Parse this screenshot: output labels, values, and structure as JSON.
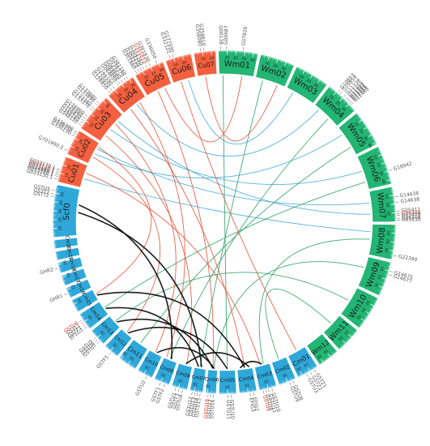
{
  "colors": {
    "wm": "#22b573",
    "cu": "#f4603f",
    "cm": "#2ea8d9",
    "link_wm": "#1f9e5a",
    "link_cu": "#e8482c",
    "link_cm": "#3aa6d8",
    "link_internal": "#111111",
    "gene_gray": "#555555",
    "gene_red": "#d33a2a"
  },
  "segments": [
    {
      "name": "Wm01",
      "group": "wm",
      "length": 45
    },
    {
      "name": "Wm02",
      "group": "wm",
      "length": 40
    },
    {
      "name": "Wm03",
      "group": "wm",
      "length": 40
    },
    {
      "name": "Wm04",
      "group": "wm",
      "length": 40
    },
    {
      "name": "Wm05",
      "group": "wm",
      "length": 42
    },
    {
      "name": "Wm06",
      "group": "wm",
      "length": 45
    },
    {
      "name": "Wm07",
      "group": "wm",
      "length": 40
    },
    {
      "name": "Wm08",
      "group": "wm",
      "length": 40
    },
    {
      "name": "Wm09",
      "group": "wm",
      "length": 40
    },
    {
      "name": "Wm10",
      "group": "wm",
      "length": 40
    },
    {
      "name": "Wm11",
      "group": "wm",
      "length": 30
    },
    {
      "name": "Wm12",
      "group": "wm",
      "length": 25
    },
    {
      "name": "Cm01",
      "group": "cm",
      "length": 25
    },
    {
      "name": "Cm02",
      "group": "cm",
      "length": 20
    },
    {
      "name": "Cm03",
      "group": "cm",
      "length": 20
    },
    {
      "name": "Cm04",
      "group": "cm",
      "length": 20
    },
    {
      "name": "Cm05",
      "group": "cm",
      "length": 20
    },
    {
      "name": "Cm06",
      "group": "cm",
      "length": 12
    },
    {
      "name": "Cm07",
      "group": "cm",
      "length": 15
    },
    {
      "name": "Cm08",
      "group": "cm",
      "length": 18
    },
    {
      "name": "Cm09",
      "group": "cm",
      "length": 18
    },
    {
      "name": "Cm10",
      "group": "cm",
      "length": 18
    },
    {
      "name": "Cm11",
      "group": "cm",
      "length": 22
    },
    {
      "name": "Cm12",
      "group": "cm",
      "length": 18
    },
    {
      "name": "Cm13",
      "group": "cm",
      "length": 20
    },
    {
      "name": "Cm14",
      "group": "cm",
      "length": 20
    },
    {
      "name": "Cm15",
      "group": "cm",
      "length": 15
    },
    {
      "name": "Cm16",
      "group": "cm",
      "length": 12
    },
    {
      "name": "Cm17",
      "group": "cm",
      "length": 12
    },
    {
      "name": "Cm18",
      "group": "cm",
      "length": 12
    },
    {
      "name": "Cm19",
      "group": "cm",
      "length": 10
    },
    {
      "name": "Cm20",
      "group": "cm",
      "length": 10
    },
    {
      "name": "Scf0",
      "group": "cm",
      "length": 60
    },
    {
      "name": "Cu01",
      "group": "cu",
      "length": 30
    },
    {
      "name": "Cu02",
      "group": "cu",
      "length": 30
    },
    {
      "name": "Cu03",
      "group": "cu",
      "length": 45
    },
    {
      "name": "Cu04",
      "group": "cu",
      "length": 35
    },
    {
      "name": "Cu05",
      "group": "cu",
      "length": 35
    },
    {
      "name": "Cu06",
      "group": "cu",
      "length": 30
    },
    {
      "name": "Cu07",
      "group": "cu",
      "length": 25
    }
  ],
  "genes": [
    {
      "label": "G00138",
      "seg": "Wm01",
      "pos": 3,
      "color": "gray"
    },
    {
      "label": "G00687",
      "seg": "Wm01",
      "pos": 9,
      "color": "gray"
    },
    {
      "label": "G07826",
      "seg": "Wm01",
      "pos": 28,
      "color": "gray"
    },
    {
      "label": "G10853",
      "seg": "Wm04",
      "pos": 12,
      "color": "gray"
    },
    {
      "label": "G10854",
      "seg": "Wm04",
      "pos": 15,
      "color": "gray"
    },
    {
      "label": "G11338",
      "seg": "Wm04",
      "pos": 20,
      "color": "gray"
    },
    {
      "label": "G11459",
      "seg": "Wm04",
      "pos": 24,
      "color": "gray"
    },
    {
      "label": "G11462",
      "seg": "Wm04",
      "pos": 26,
      "color": "gray"
    },
    {
      "label": "G11461",
      "seg": "Wm04",
      "pos": 28,
      "color": "gray"
    },
    {
      "label": "G12463",
      "seg": "Wm04",
      "pos": 30,
      "color": "gray"
    },
    {
      "label": "G11465",
      "seg": "Wm04",
      "pos": 32,
      "color": "gray"
    },
    {
      "label": "G18942",
      "seg": "Wm06",
      "pos": 30,
      "color": "gray"
    },
    {
      "label": "G14638",
      "seg": "Wm07",
      "pos": 12,
      "color": "gray"
    },
    {
      "label": "G14638",
      "seg": "Wm07",
      "pos": 18,
      "color": "gray"
    },
    {
      "label": "G05411",
      "seg": "Wm07",
      "pos": 28,
      "color": "gray"
    },
    {
      "label": "G05408",
      "seg": "Wm07",
      "pos": 31,
      "color": "red"
    },
    {
      "label": "G05409",
      "seg": "Wm07",
      "pos": 33,
      "color": "gray"
    },
    {
      "label": "G05408",
      "seg": "Wm07",
      "pos": 36,
      "color": "gray"
    },
    {
      "label": "G05410",
      "seg": "Wm07",
      "pos": 38,
      "color": "gray"
    },
    {
      "label": "G22390",
      "seg": "Wm08",
      "pos": 35,
      "color": "gray"
    },
    {
      "label": "G14675",
      "seg": "Wm09",
      "pos": 10,
      "color": "gray"
    },
    {
      "label": "G14677",
      "seg": "Wm09",
      "pos": 14,
      "color": "gray"
    },
    {
      "label": "GSTZ1",
      "seg": "Cm01",
      "pos": 5,
      "color": "gray"
    },
    {
      "label": "GSTZ2",
      "seg": "Cm01",
      "pos": 10,
      "color": "gray"
    },
    {
      "label": "GSTU3",
      "seg": "Cm01",
      "pos": 15,
      "color": "gray"
    },
    {
      "label": "GSTU8",
      "seg": "Cm02",
      "pos": 4,
      "color": "gray"
    },
    {
      "label": "GSTU9",
      "seg": "Cm02",
      "pos": 8,
      "color": "gray"
    },
    {
      "label": "GSTU10",
      "seg": "Cm03",
      "pos": 6,
      "color": "gray"
    },
    {
      "label": "GSTU11",
      "seg": "Cm03",
      "pos": 10,
      "color": "gray"
    },
    {
      "label": "GSTU8",
      "seg": "Cm03",
      "pos": 13,
      "color": "gray"
    },
    {
      "label": "GSTU9",
      "seg": "Cm03",
      "pos": 16,
      "color": "red"
    },
    {
      "label": "EFIG2",
      "seg": "Cm04",
      "pos": 4,
      "color": "gray"
    },
    {
      "label": "EFIG3",
      "seg": "Cm04",
      "pos": 8,
      "color": "gray"
    },
    {
      "label": "GSTU10",
      "seg": "Cm05",
      "pos": 6,
      "color": "gray"
    },
    {
      "label": "GSTU11",
      "seg": "Cm05",
      "pos": 10,
      "color": "gray"
    },
    {
      "label": "GSTU16",
      "seg": "Cm06",
      "pos": 3,
      "color": "gray"
    },
    {
      "label": "GSTU17",
      "seg": "Cm06",
      "pos": 6,
      "color": "gray"
    },
    {
      "label": "GSTU18",
      "seg": "Cm06",
      "pos": 9,
      "color": "red"
    },
    {
      "label": "GSTU15",
      "seg": "Cm07",
      "pos": 3,
      "color": "gray"
    },
    {
      "label": "GSTU14",
      "seg": "Cm07",
      "pos": 6,
      "color": "gray"
    },
    {
      "label": "GSTU13",
      "seg": "Cm07",
      "pos": 9,
      "color": "gray"
    },
    {
      "label": "GSTU12",
      "seg": "Cm07",
      "pos": 12,
      "color": "gray"
    },
    {
      "label": "GSTU4",
      "seg": "Cm08",
      "pos": 5,
      "color": "gray"
    },
    {
      "label": "GSTF3",
      "seg": "Cm08",
      "pos": 9,
      "color": "gray"
    },
    {
      "label": "GSTU1",
      "seg": "Cm08",
      "pos": 13,
      "color": "gray"
    },
    {
      "label": "GSTF2",
      "seg": "Cm09",
      "pos": 5,
      "color": "gray"
    },
    {
      "label": "GSTF1",
      "seg": "Cm09",
      "pos": 10,
      "color": "gray"
    },
    {
      "label": "GSTU2",
      "seg": "Cm10",
      "pos": 6,
      "color": "gray"
    },
    {
      "label": "GSTF5",
      "seg": "Cm12",
      "pos": 8,
      "color": "gray"
    },
    {
      "label": "GSTU7",
      "seg": "Cm13",
      "pos": 5,
      "color": "gray"
    },
    {
      "label": "GSTU6",
      "seg": "Cm13",
      "pos": 8,
      "color": "gray"
    },
    {
      "label": "GSTU5",
      "seg": "Cm13",
      "pos": 11,
      "color": "gray"
    },
    {
      "label": "EF1G1",
      "seg": "Cm14",
      "pos": 4,
      "color": "gray"
    },
    {
      "label": "GSTF1",
      "seg": "Cm14",
      "pos": 7,
      "color": "gray"
    },
    {
      "label": "GSTL1",
      "seg": "Cm14",
      "pos": 10,
      "color": "gray"
    },
    {
      "label": "GSTU6",
      "seg": "Cm14",
      "pos": 13,
      "color": "red"
    },
    {
      "label": "GHR1",
      "seg": "Cm16",
      "pos": 6,
      "color": "gray"
    },
    {
      "label": "GHR2",
      "seg": "Cm18",
      "pos": 6,
      "color": "gray"
    },
    {
      "label": "GSTT2",
      "seg": "Scf0",
      "pos": 46,
      "color": "gray"
    },
    {
      "label": "GSTT2",
      "seg": "Scf0",
      "pos": 49,
      "color": "gray"
    },
    {
      "label": "GSTU5",
      "seg": "Scf0",
      "pos": 53,
      "color": "gray"
    },
    {
      "label": "G033130.1",
      "seg": "Cu01",
      "pos": 3,
      "color": "gray"
    },
    {
      "label": "G033160.1",
      "seg": "Cu01",
      "pos": 6,
      "color": "gray"
    },
    {
      "label": "G024860.1",
      "seg": "Cu01",
      "pos": 8,
      "color": "gray"
    },
    {
      "label": "G033140.1",
      "seg": "Cu01",
      "pos": 10,
      "color": "gray"
    },
    {
      "label": "G033120.1",
      "seg": "Cu01",
      "pos": 12,
      "color": "red"
    },
    {
      "label": "G033170.1",
      "seg": "Cu01",
      "pos": 14,
      "color": "gray"
    },
    {
      "label": "G701990.2",
      "seg": "Cu02",
      "pos": 4,
      "color": "gray"
    },
    {
      "label": "G330130",
      "seg": "Cu02",
      "pos": 22,
      "color": "gray"
    },
    {
      "label": "G336350",
      "seg": "Cu02",
      "pos": 25,
      "color": "gray"
    },
    {
      "label": "G336390",
      "seg": "Cu02",
      "pos": 27,
      "color": "gray"
    },
    {
      "label": "G348150",
      "seg": "Cu03",
      "pos": 3,
      "color": "gray"
    },
    {
      "label": "G348160",
      "seg": "Cu03",
      "pos": 6,
      "color": "gray"
    },
    {
      "label": "G106830",
      "seg": "Cu03",
      "pos": 9,
      "color": "gray"
    },
    {
      "label": "G126940",
      "seg": "Cu03",
      "pos": 12,
      "color": "gray"
    },
    {
      "label": "G126960",
      "seg": "Cu03",
      "pos": 15,
      "color": "gray"
    },
    {
      "label": "G133370",
      "seg": "Cu03",
      "pos": 24,
      "color": "gray"
    },
    {
      "label": "G133380",
      "seg": "Cu03",
      "pos": 27,
      "color": "gray"
    },
    {
      "label": "G133890",
      "seg": "Cu03",
      "pos": 32,
      "color": "gray"
    },
    {
      "label": "G133880",
      "seg": "Cu03",
      "pos": 35,
      "color": "gray"
    },
    {
      "label": "G126950",
      "seg": "Cu04",
      "pos": 4,
      "color": "gray"
    },
    {
      "label": "G126970",
      "seg": "Cu04",
      "pos": 7,
      "color": "gray"
    },
    {
      "label": "G299390",
      "seg": "Cu04",
      "pos": 11,
      "color": "gray"
    },
    {
      "label": "G064650",
      "seg": "Cu04",
      "pos": 16,
      "color": "gray"
    },
    {
      "label": "G064660",
      "seg": "Cu04",
      "pos": 19,
      "color": "gray"
    },
    {
      "label": "G064640",
      "seg": "Cu04",
      "pos": 22,
      "color": "gray"
    },
    {
      "label": "G038370",
      "seg": "Cu04",
      "pos": 26,
      "color": "gray"
    },
    {
      "label": "G381160",
      "seg": "Cu04",
      "pos": 29,
      "color": "gray"
    },
    {
      "label": "G301880",
      "seg": "Cu05",
      "pos": 3,
      "color": "gray"
    },
    {
      "label": "G304270",
      "seg": "Cu05",
      "pos": 6,
      "color": "gray"
    },
    {
      "label": "G304250",
      "seg": "Cu05",
      "pos": 9,
      "color": "gray"
    },
    {
      "label": "G304260",
      "seg": "Cu05",
      "pos": 12,
      "color": "gray"
    },
    {
      "label": "G301810",
      "seg": "Cu05",
      "pos": 16,
      "color": "red"
    },
    {
      "label": "G301830",
      "seg": "Cu05",
      "pos": 20,
      "color": "gray"
    },
    {
      "label": "G336050",
      "seg": "Cu05",
      "pos": 28,
      "color": "gray"
    },
    {
      "label": "G332101",
      "seg": "Cu06",
      "pos": 6,
      "color": "gray"
    },
    {
      "label": "G177590",
      "seg": "Cu06",
      "pos": 10,
      "color": "gray"
    },
    {
      "label": "G358080",
      "seg": "Cu07",
      "pos": 8,
      "color": "gray"
    },
    {
      "label": "G358810",
      "seg": "Cu07",
      "pos": 12,
      "color": "gray"
    }
  ],
  "links": [
    {
      "from": [
        "Wm03",
        10
      ],
      "to": [
        "Cu06",
        20
      ],
      "kind": "cm"
    },
    {
      "from": [
        "Wm04",
        8
      ],
      "to": [
        "Cu04",
        20
      ],
      "kind": "cm"
    },
    {
      "from": [
        "Wm05",
        10
      ],
      "to": [
        "Cu02",
        15
      ],
      "kind": "cm"
    },
    {
      "from": [
        "Wm06",
        20
      ],
      "to": [
        "Cu03",
        20
      ],
      "kind": "cm"
    },
    {
      "from": [
        "Wm07",
        15
      ],
      "to": [
        "Cu02",
        22
      ],
      "kind": "cm"
    },
    {
      "from": [
        "Wm08",
        10
      ],
      "to": [
        "Cu01",
        12
      ],
      "kind": "cm"
    },
    {
      "from": [
        "Wm07",
        30
      ],
      "to": [
        "Cu03",
        35
      ],
      "kind": "cm"
    },
    {
      "from": [
        "Wm01",
        5
      ],
      "to": [
        "Cm05",
        10
      ],
      "kind": "wm"
    },
    {
      "from": [
        "Wm02",
        10
      ],
      "to": [
        "Cm07",
        8
      ],
      "kind": "wm"
    },
    {
      "from": [
        "Wm04",
        25
      ],
      "to": [
        "Cm09",
        10
      ],
      "kind": "wm"
    },
    {
      "from": [
        "Wm05",
        30
      ],
      "to": [
        "Cm11",
        12
      ],
      "kind": "wm"
    },
    {
      "from": [
        "Wm06",
        35
      ],
      "to": [
        "Cm14",
        10
      ],
      "kind": "wm"
    },
    {
      "from": [
        "Wm08",
        20
      ],
      "to": [
        "Cm03",
        8
      ],
      "kind": "wm"
    },
    {
      "from": [
        "Wm09",
        15
      ],
      "to": [
        "Cm06",
        5
      ],
      "kind": "wm"
    },
    {
      "from": [
        "Wm10",
        20
      ],
      "to": [
        "Cm13",
        10
      ],
      "kind": "wm"
    },
    {
      "from": [
        "Wm11",
        15
      ],
      "to": [
        "Cm02",
        10
      ],
      "kind": "wm"
    },
    {
      "from": [
        "Cu04",
        10
      ],
      "to": [
        "Cm04",
        10
      ],
      "kind": "cu"
    },
    {
      "from": [
        "Cu03",
        10
      ],
      "to": [
        "Cm08",
        8
      ],
      "kind": "cu"
    },
    {
      "from": [
        "Cu03",
        30
      ],
      "to": [
        "Cm10",
        10
      ],
      "kind": "cu"
    },
    {
      "from": [
        "Cu02",
        10
      ],
      "to": [
        "Cm12",
        10
      ],
      "kind": "cu"
    },
    {
      "from": [
        "Cu01",
        20
      ],
      "to": [
        "Cm03",
        12
      ],
      "kind": "cu"
    },
    {
      "from": [
        "Cu05",
        15
      ],
      "to": [
        "Cm06",
        6
      ],
      "kind": "cu"
    },
    {
      "from": [
        "Cu06",
        10
      ],
      "to": [
        "Cm01",
        12
      ],
      "kind": "cu"
    },
    {
      "from": [
        "Cu04",
        25
      ],
      "to": [
        "Cm09",
        15
      ],
      "kind": "cu"
    },
    {
      "from": [
        "Cu02",
        25
      ],
      "to": [
        "Cm15",
        8
      ],
      "kind": "cu"
    },
    {
      "from": [
        "Cu07",
        10
      ],
      "to": [
        "Wm02",
        30
      ],
      "kind": "cu"
    },
    {
      "from": [
        "Cu05",
        25
      ],
      "to": [
        "Wm01",
        30
      ],
      "kind": "cu"
    },
    {
      "from": [
        "Scf0",
        30
      ],
      "to": [
        "Cm07",
        6
      ],
      "kind": "internal"
    },
    {
      "from": [
        "Scf0",
        40
      ],
      "to": [
        "Cm09",
        8
      ],
      "kind": "internal"
    },
    {
      "from": [
        "Cm14",
        8
      ],
      "to": [
        "Cm07",
        10
      ],
      "kind": "internal"
    },
    {
      "from": [
        "Cm13",
        8
      ],
      "to": [
        "Cm06",
        6
      ],
      "kind": "internal"
    },
    {
      "from": [
        "Cm12",
        8
      ],
      "to": [
        "Cm05",
        10
      ],
      "kind": "internal"
    },
    {
      "from": [
        "Cm15",
        6
      ],
      "to": [
        "Cm04",
        10
      ],
      "kind": "internal"
    },
    {
      "from": [
        "Cm10",
        8
      ],
      "to": [
        "Cm06",
        4
      ],
      "kind": "internal"
    },
    {
      "from": [
        "Cm08",
        9
      ],
      "to": [
        "Cm04",
        4
      ],
      "kind": "internal"
    },
    {
      "from": [
        "Cm03",
        10
      ],
      "to": [
        "Cm04",
        16
      ],
      "kind": "internal"
    }
  ]
}
